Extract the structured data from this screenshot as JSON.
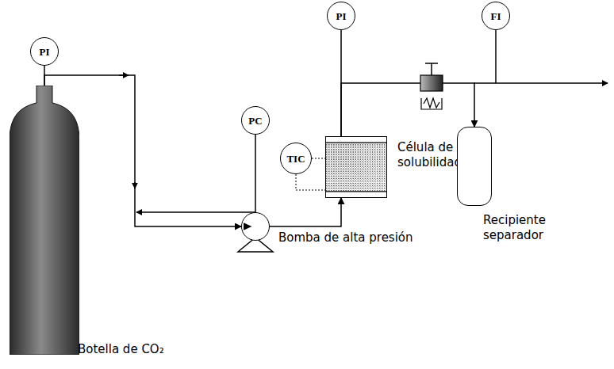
{
  "diagram": {
    "nodes": [
      {
        "text": [
          "PI"
        ]
      },
      {
        "text": [
          "PI"
        ]
      },
      {
        "text": [
          "FI"
        ]
      },
      {
        "text": [
          "PC"
        ]
      },
      {
        "text": [
          "TIC"
        ]
      },
      {
        "text": [
          "Célula de solubilidad"
        ]
      },
      {
        "text": [
          "Botella de CO₂"
        ]
      },
      {
        "text": [
          "Bomba de alta presión"
        ]
      },
      {
        "text": [
          "Recipiente separador"
        ]
      }
    ],
    "edges": [
      {
        "from": 6,
        "to": 0,
        "arrow": "none"
      },
      {
        "from": 6,
        "to": 7,
        "arrow": "to"
      },
      {
        "from": 3,
        "to": 7,
        "arrow": "none"
      },
      {
        "from": 7,
        "to": 5,
        "arrow": "to"
      },
      {
        "from": 4,
        "to": 5,
        "arrow": "none"
      },
      {
        "from": 1,
        "to": 5,
        "arrow": "none"
      },
      {
        "from": 5,
        "to": 8,
        "arrow": "to"
      }
    ]
  }
}
